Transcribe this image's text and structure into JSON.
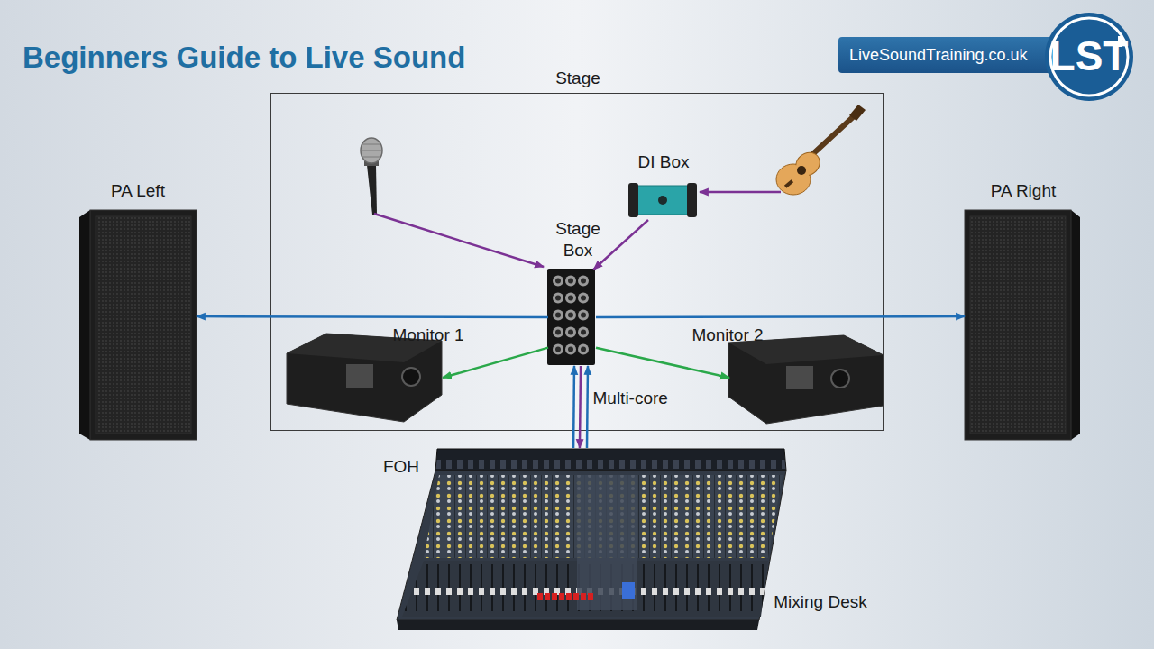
{
  "diagram": {
    "title": "Beginners Guide to Live Sound",
    "nodes": [
      {
        "text": [
          "Stage"
        ]
      },
      {
        "text": [
          "PA Left"
        ]
      },
      {
        "text": [
          "PA Right"
        ]
      },
      {
        "text": [
          "DI Box"
        ],
        "in": 0
      },
      {
        "text": [
          "Stage Box"
        ],
        "in": 0
      },
      {
        "text": [
          "Monitor 1"
        ],
        "in": 0
      },
      {
        "text": [
          "Monitor 2"
        ],
        "in": 0
      },
      {
        "text": [
          "FOH",
          "Mixing Desk"
        ]
      }
    ],
    "edges": [
      {
        "from": 4,
        "to": 1,
        "arrow": "to"
      },
      {
        "from": 4,
        "to": 2,
        "arrow": "to"
      },
      {
        "from": 4,
        "to": 5,
        "arrow": "to"
      },
      {
        "from": 4,
        "to": 6,
        "arrow": "to"
      },
      {
        "from": 3,
        "to": 4,
        "arrow": "to"
      },
      {
        "from": 4,
        "to": 7,
        "label": "Multi-core",
        "arrow": "to"
      },
      {
        "from": 7,
        "to": 4,
        "arrow": "to"
      },
      {
        "from": 7,
        "to": 4,
        "arrow": "to"
      }
    ],
    "labels": [
      "LiveSoundTraining.co.uk",
      "LST"
    ]
  }
}
